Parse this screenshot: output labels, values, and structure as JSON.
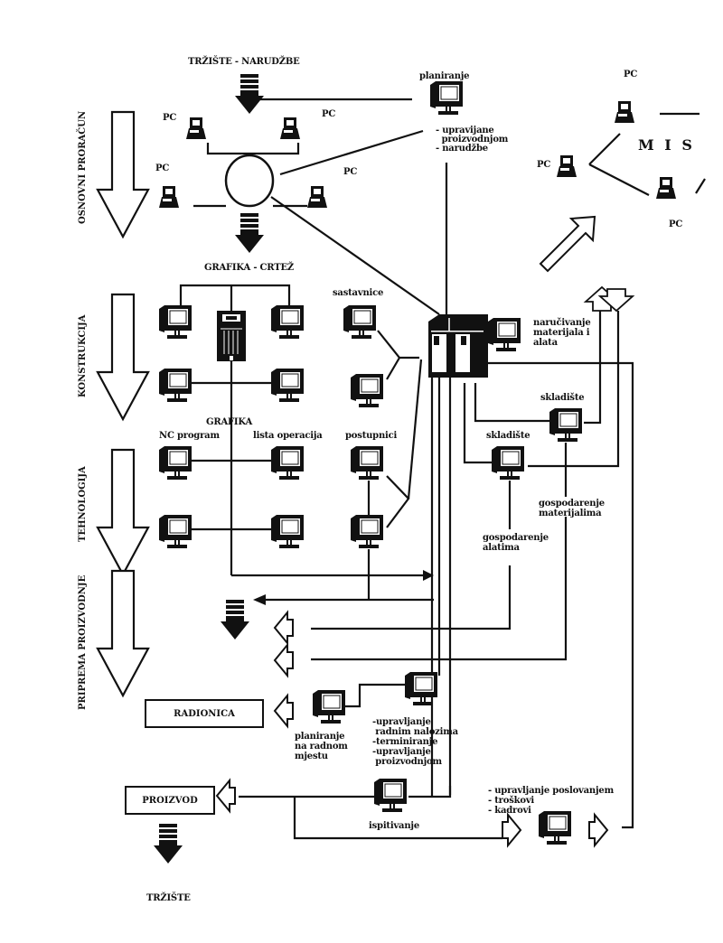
{
  "colors": {
    "ink": "#111111",
    "paper": "#ffffff"
  },
  "phases": [
    {
      "id": "osnovni",
      "label": "OSNOVNI PRORAČUN"
    },
    {
      "id": "konstrukcija",
      "label": "KONSTRUKCIJA"
    },
    {
      "id": "tehnologija",
      "label": "TEHNOLOGIJA"
    },
    {
      "id": "priprema",
      "label": "PRIPREMA PROIZVODNJE"
    }
  ],
  "top": {
    "market_orders": "TRŽIŠTE - NARUDŽBE",
    "pc": "PC",
    "graphics_drawing": "GRAFIKA - CRTEŽ"
  },
  "planning": {
    "title": "planiranje",
    "notes": "- upravijane\n  proizvodnjom\n- narudžbe"
  },
  "mis": {
    "title": "M I S",
    "pc": "PC"
  },
  "design": {
    "bom": "sastavnice",
    "graphics": "GRAFIKA",
    "nc_program": "NC program",
    "operations_list": "lista operacija",
    "procedures": "postupnici"
  },
  "server": {
    "ordering": "naručivanje\nmaterijala i\nalata"
  },
  "warehouse": {
    "label_1": "skladište",
    "label_2": "skladište",
    "material_mgmt": "gospodarenje\nmaterijalima",
    "tool_mgmt": "gospodarenje\nalatima"
  },
  "workshop": {
    "box": "RADIONICA",
    "workplace_planning": "planiranje\nna radnom\nmjestu",
    "order_mgmt": "-upravljanje\n radnim nalozima\n-terminiranje\n-upravljanje\n proizvodnjom"
  },
  "bottom": {
    "product_box": "PROIZVOD",
    "testing": "ispitivanje",
    "business_mgmt": "- upravljanje poslovanjem\n- troškovi\n- kadrovi",
    "market": "TRŽIŠTE"
  }
}
